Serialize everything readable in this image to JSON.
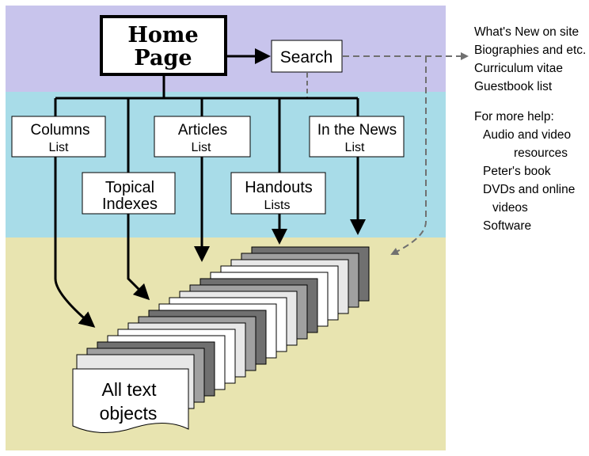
{
  "diagram": {
    "home_page": {
      "line1": "Home",
      "line2": "Page"
    },
    "search": "Search",
    "columns": {
      "line1": "Columns",
      "line2": "List"
    },
    "articles": {
      "line1": "Articles",
      "line2": "List"
    },
    "in_the_news": {
      "line1": "In the News",
      "line2": "List"
    },
    "topical": {
      "line1": "Topical",
      "line2": "Indexes"
    },
    "handouts": {
      "line1": "Handouts",
      "line2": "Lists"
    },
    "all_text": {
      "line1": "All text",
      "line2": "objects"
    },
    "colors": {
      "top_band": "#c8c4ec",
      "middle_band": "#a8dce8",
      "bottom_band": "#e8e4b0",
      "arrow": "#000000",
      "dashed": "#707070"
    }
  },
  "side": {
    "search_items": [
      "What's New on site",
      "Biographies and etc.",
      "Curriculum vitae",
      "Guestbook list"
    ],
    "help_heading": "For more help:",
    "help_items": {
      "audio_line1": "Audio and video",
      "audio_line2": "resources",
      "book": "Peter's book",
      "dvd_line1": "DVDs and online",
      "dvd_line2": "videos",
      "software": "Software"
    }
  }
}
